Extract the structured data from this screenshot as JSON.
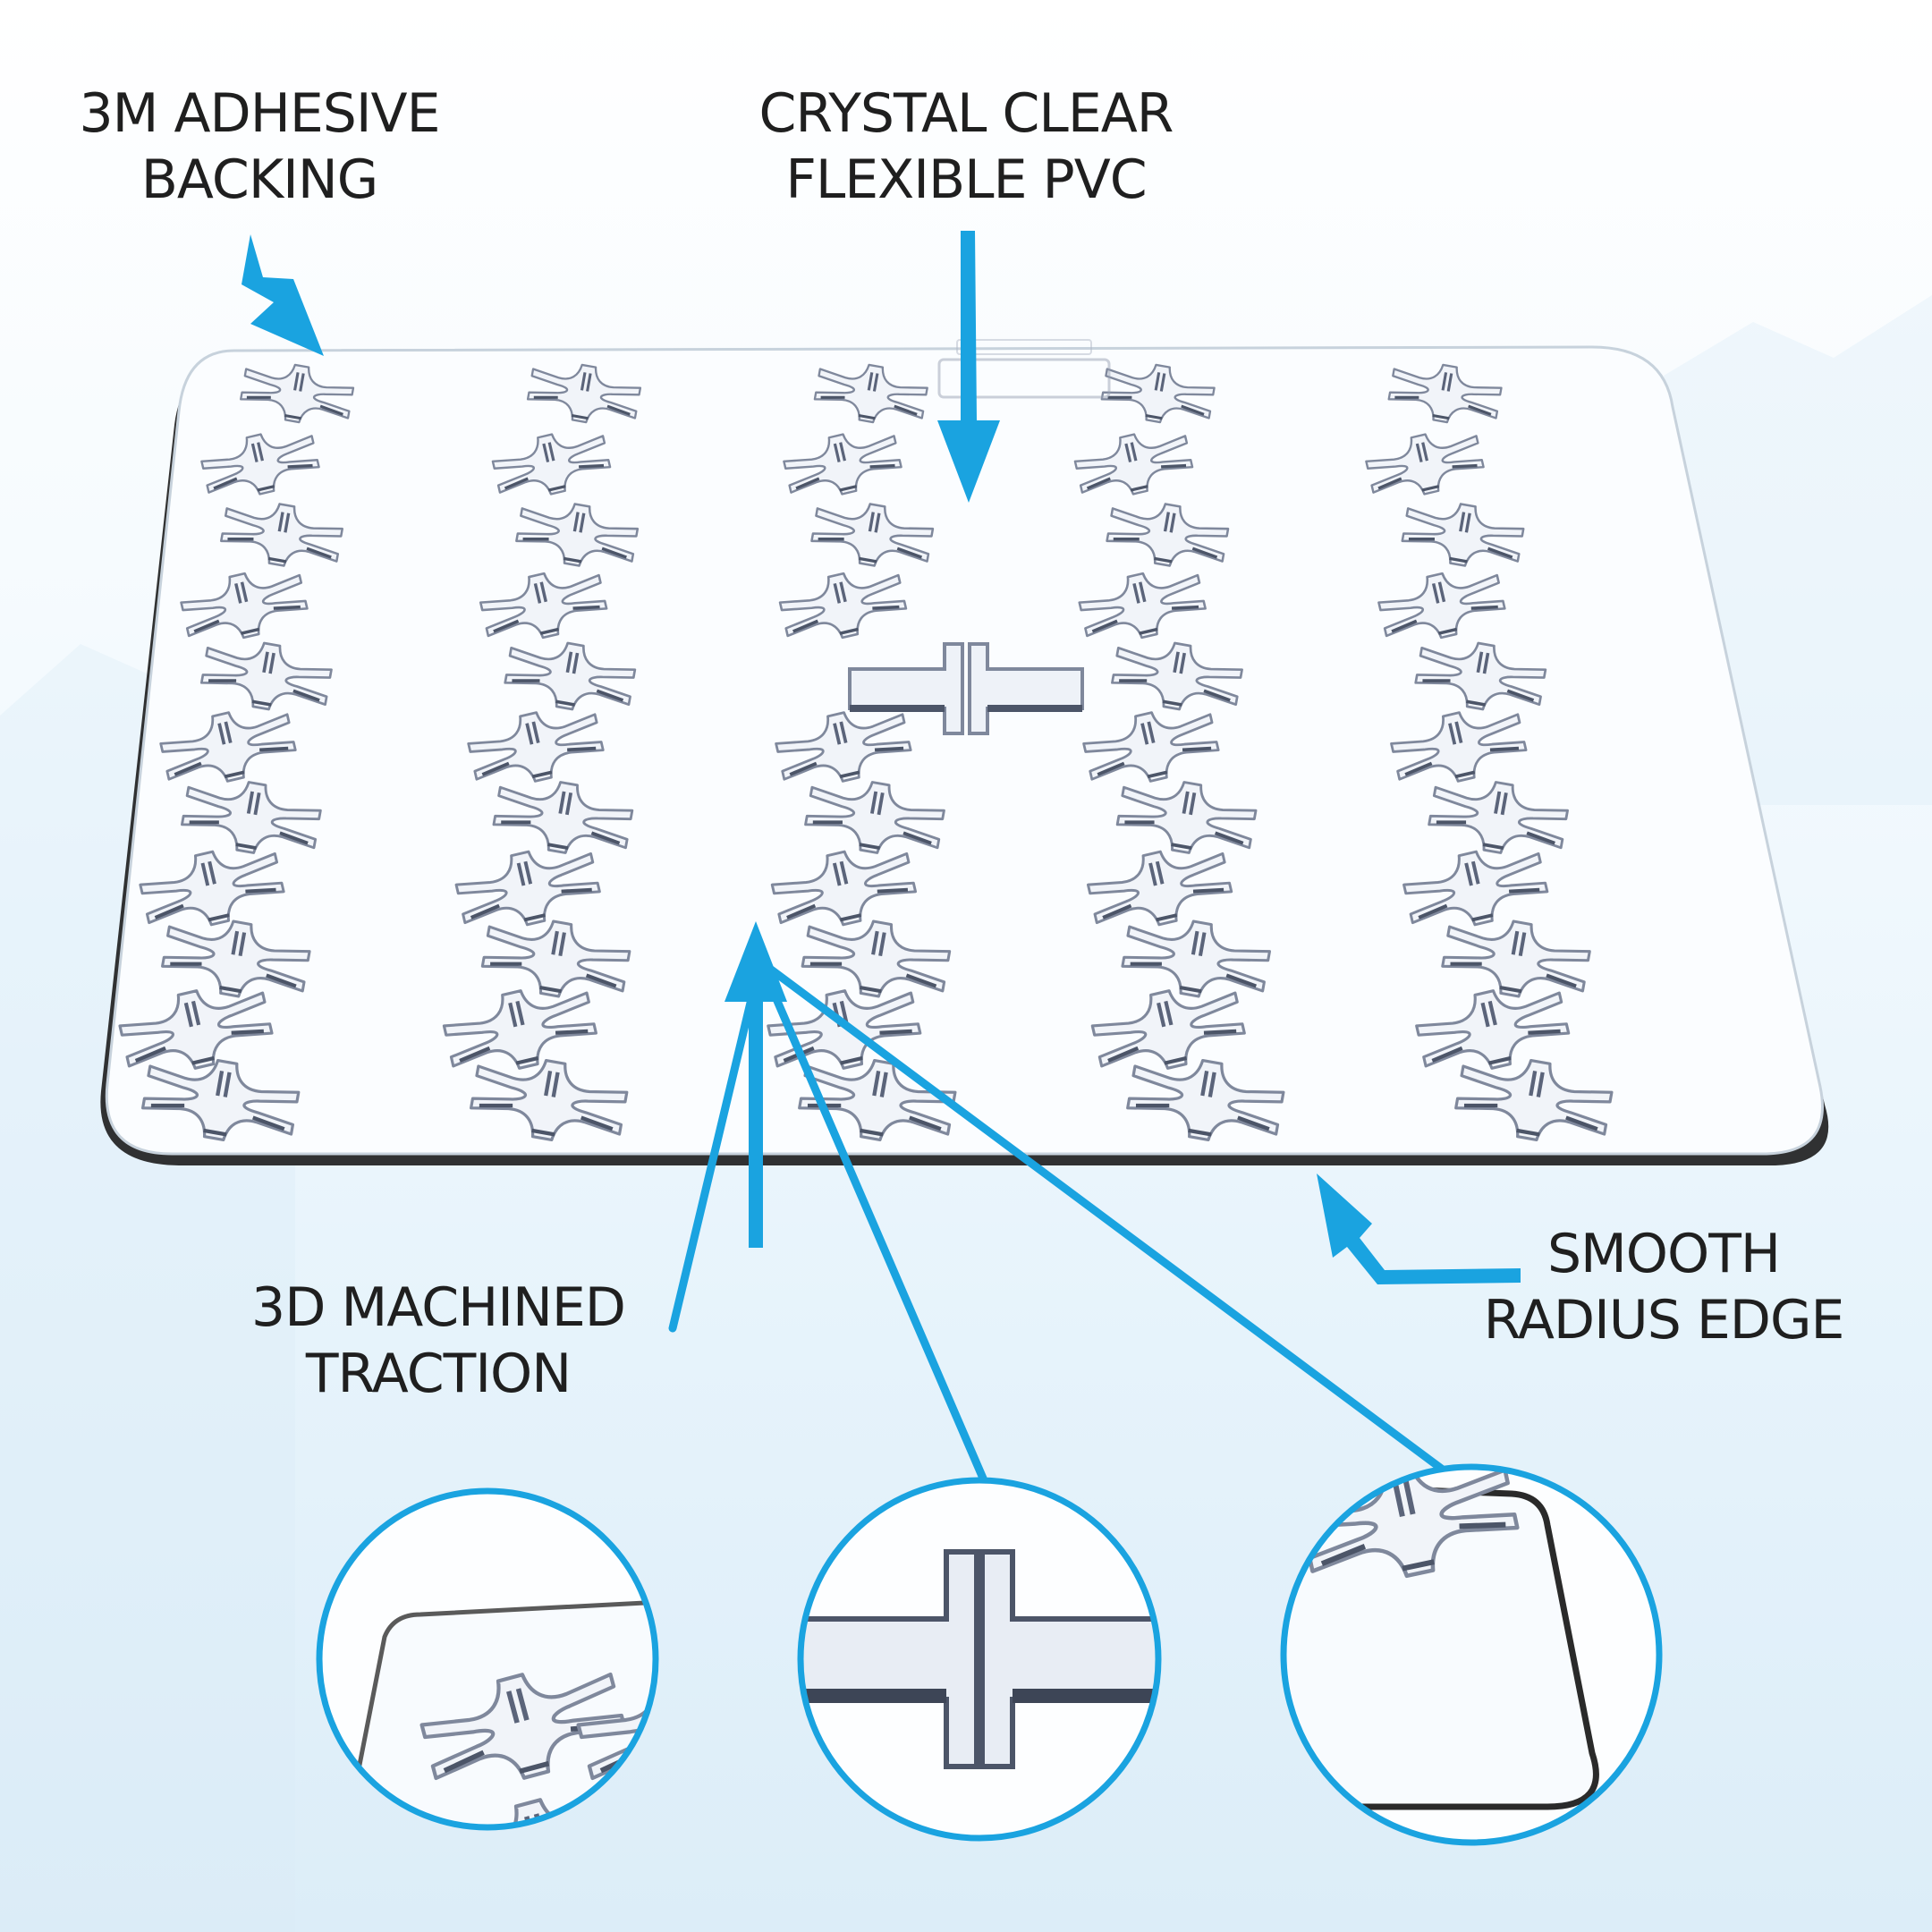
{
  "colors": {
    "accent": "#1aa3e0",
    "label_text": "#1f1f1f",
    "pad_edge": "#1c1c1c",
    "pad_face": "#fbfdff",
    "traction": "#9aa3b4"
  },
  "callouts": {
    "adhesive": {
      "line1": "3M ADHESIVE",
      "line2": "BACKING"
    },
    "pvc": {
      "line1": "CRYSTAL CLEAR",
      "line2": "FLEXIBLE PVC"
    },
    "traction": {
      "line1": "3D MACHINED",
      "line2": "TRACTION"
    },
    "edge": {
      "line1": "SMOOTH",
      "line2": "RADIUS EDGE"
    }
  },
  "product": {
    "type": "clear traction pad",
    "traction_grid": {
      "rows": 11,
      "columns": 5,
      "center_logo": "cross-shaped"
    }
  },
  "zoom_insets": [
    {
      "name": "corner-detail"
    },
    {
      "name": "center-traction-detail"
    },
    {
      "name": "edge-detail"
    }
  ],
  "icons": [
    "arrow-icon",
    "traction-mark-icon",
    "magnifier-circle-icon"
  ]
}
